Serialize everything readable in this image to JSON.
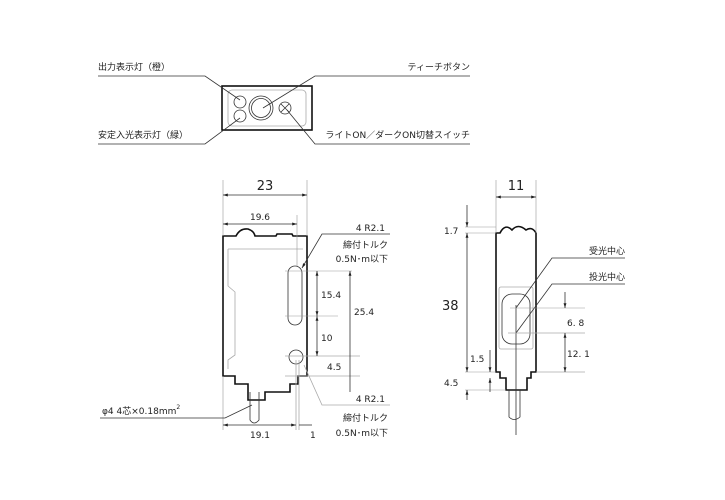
{
  "top_view": {
    "output_indicator": "出力表示灯（橙）",
    "stable_indicator": "安定入光表示灯（緑）",
    "teach_button": "ティーチボタン",
    "light_dark_switch": "ライトON／ダークON切替スイッチ"
  },
  "front_view": {
    "width_total": "23",
    "width_inner": "19.6",
    "dim_15_4": "15.4",
    "dim_25_4": "25.4",
    "dim_10": "10",
    "dim_4_5": "4.5",
    "dim_19_1": "19.1",
    "dim_1": "1",
    "mount_upper": {
      "radius": "4 R2.1",
      "torque_label": "締付トルク",
      "torque_value": "0.5N･m以下"
    },
    "mount_lower": {
      "radius": "4 R2.1",
      "torque_label": "締付トルク",
      "torque_value": "0.5N･m以下"
    },
    "cable": "φ4 4芯×0.18mm",
    "cable_sup": "2"
  },
  "side_view": {
    "width": "11",
    "dim_1_7": "1.7",
    "dim_38": "38",
    "dim_1_5": "1.5",
    "dim_4_5": "4.5",
    "receiver_center": "受光中心",
    "emitter_center": "投光中心",
    "dim_6_8": "6. 8",
    "dim_12_1": "12. 1"
  }
}
